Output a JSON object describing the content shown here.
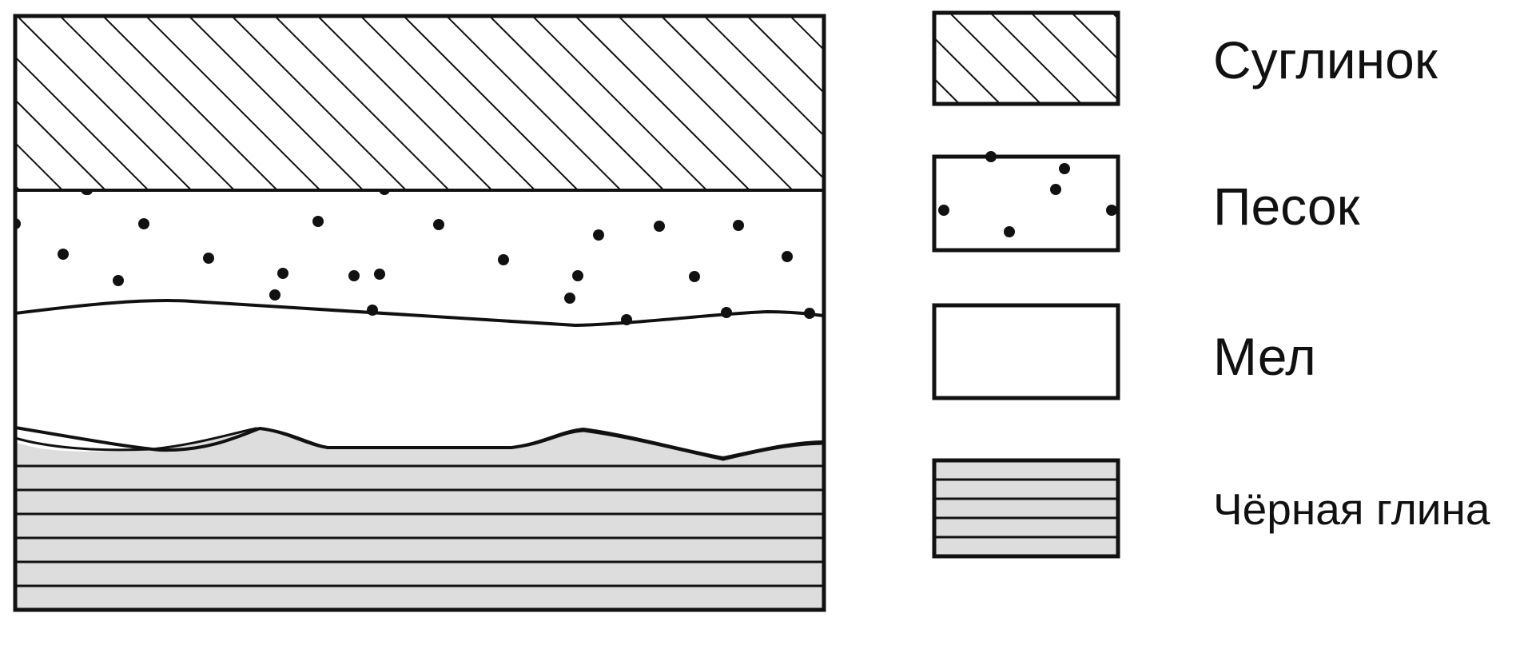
{
  "legend": [
    {
      "id": "loam",
      "label": "Суглинок",
      "pattern": "diagonal-hatch"
    },
    {
      "id": "sand",
      "label": "Песок",
      "pattern": "dots"
    },
    {
      "id": "chalk",
      "label": "Мел",
      "pattern": "plain"
    },
    {
      "id": "clay",
      "label": "Чёрная глина",
      "pattern": "horizontal-lines"
    }
  ],
  "colors": {
    "stroke": "#111111",
    "background": "#ffffff",
    "clay_fill": "#dddddd",
    "text": "#111111"
  }
}
